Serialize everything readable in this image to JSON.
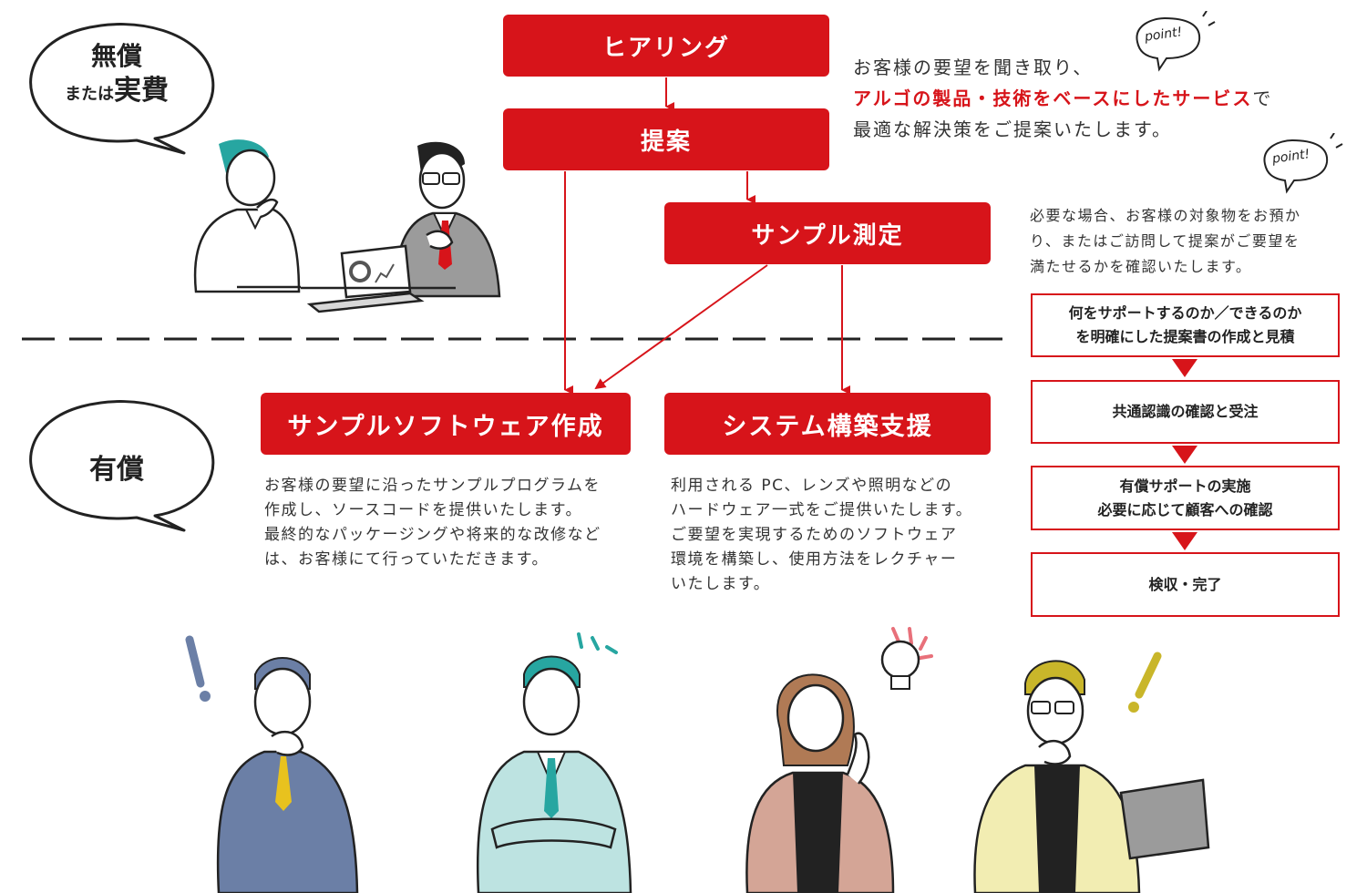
{
  "bubbles": {
    "free": {
      "line1": "無償",
      "line2_small": "または",
      "line2_big": "実費"
    },
    "paid": {
      "label": "有償"
    }
  },
  "flow": {
    "hearing": "ヒアリング",
    "proposal": "提案",
    "sample_measure": "サンプル測定",
    "sample_software": "サンプルソフトウェア作成",
    "system_support": "システム構築支援"
  },
  "intro": {
    "line1": "お客様の要望を聞き取り、",
    "highlight": "アルゴの製品・技術をベースにしたサービス",
    "line2_tail": "で",
    "line3": "最適な解決策をご提案いたします。"
  },
  "point_label": "point!",
  "note": {
    "line1": "必要な場合、お客様の対象物をお預か",
    "line2": "り、またはご訪問して提案がご要望を",
    "line3": "満たせるかを確認いたします。"
  },
  "steps": [
    {
      "line1": "何をサポートするのか／できるのか",
      "line2": "を明確にした提案書の作成と見積"
    },
    {
      "line1": "共通認識の確認と受注",
      "line2": ""
    },
    {
      "line1": "有償サポートの実施",
      "line2": "必要に応じて顧客への確認"
    },
    {
      "line1": "検収・完了",
      "line2": ""
    }
  ],
  "descriptions": {
    "software": "お客様の要望に沿ったサンプルプログラムを\n作成し、ソースコードを提供いたします。\n最終的なパッケージングや将来的な改修など\nは、お客様にて行っていただきます。",
    "system": "利用される PC、レンズや照明などの\nハードウェア一式をご提供いたします。\nご要望を実現するためのソフトウェア\n環境を構築し、使用方法をレクチャー\nいたします。"
  },
  "colors": {
    "brand_red": "#d7141a",
    "teal": "#27a6a1",
    "blue_grey": "#6b7fa6",
    "mustard": "#c9b62a",
    "rose": "#c89a8c"
  }
}
